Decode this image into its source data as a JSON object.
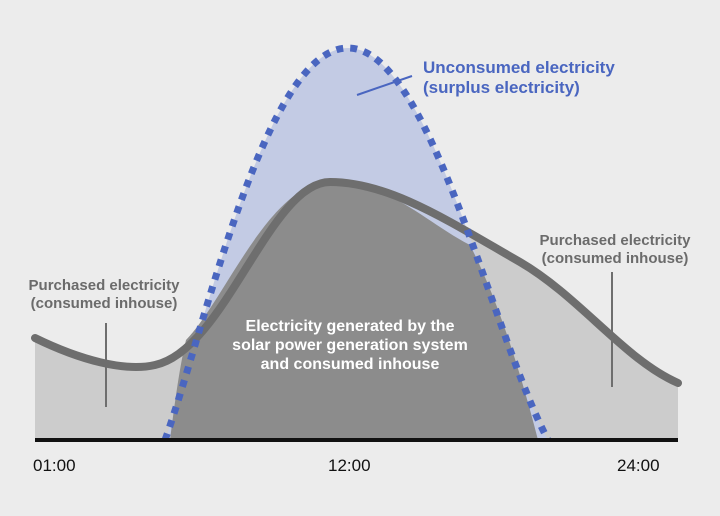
{
  "labels": {
    "purchased_left": [
      "Purchased electricity",
      "(consumed inhouse)"
    ],
    "purchased_right": [
      "Purchased electricity",
      "(consumed inhouse)"
    ],
    "surplus": [
      "Unconsumed electricity",
      "(surplus electricity)"
    ],
    "self_consumed": [
      "Electricity generated by the",
      "solar power generation system",
      "and consumed inhouse"
    ]
  },
  "time_axis": [
    "01:00",
    "12:00",
    "24:00"
  ],
  "colors": {
    "background": "#ececec",
    "purchased_fill": "#cccccc",
    "self_consumed_fill": "#8c8c8c",
    "surplus_fill": "#c3cbe4",
    "consumption_line": "#6e6e6e",
    "generation_line": "#4a66c0",
    "axis": "#111111"
  }
}
